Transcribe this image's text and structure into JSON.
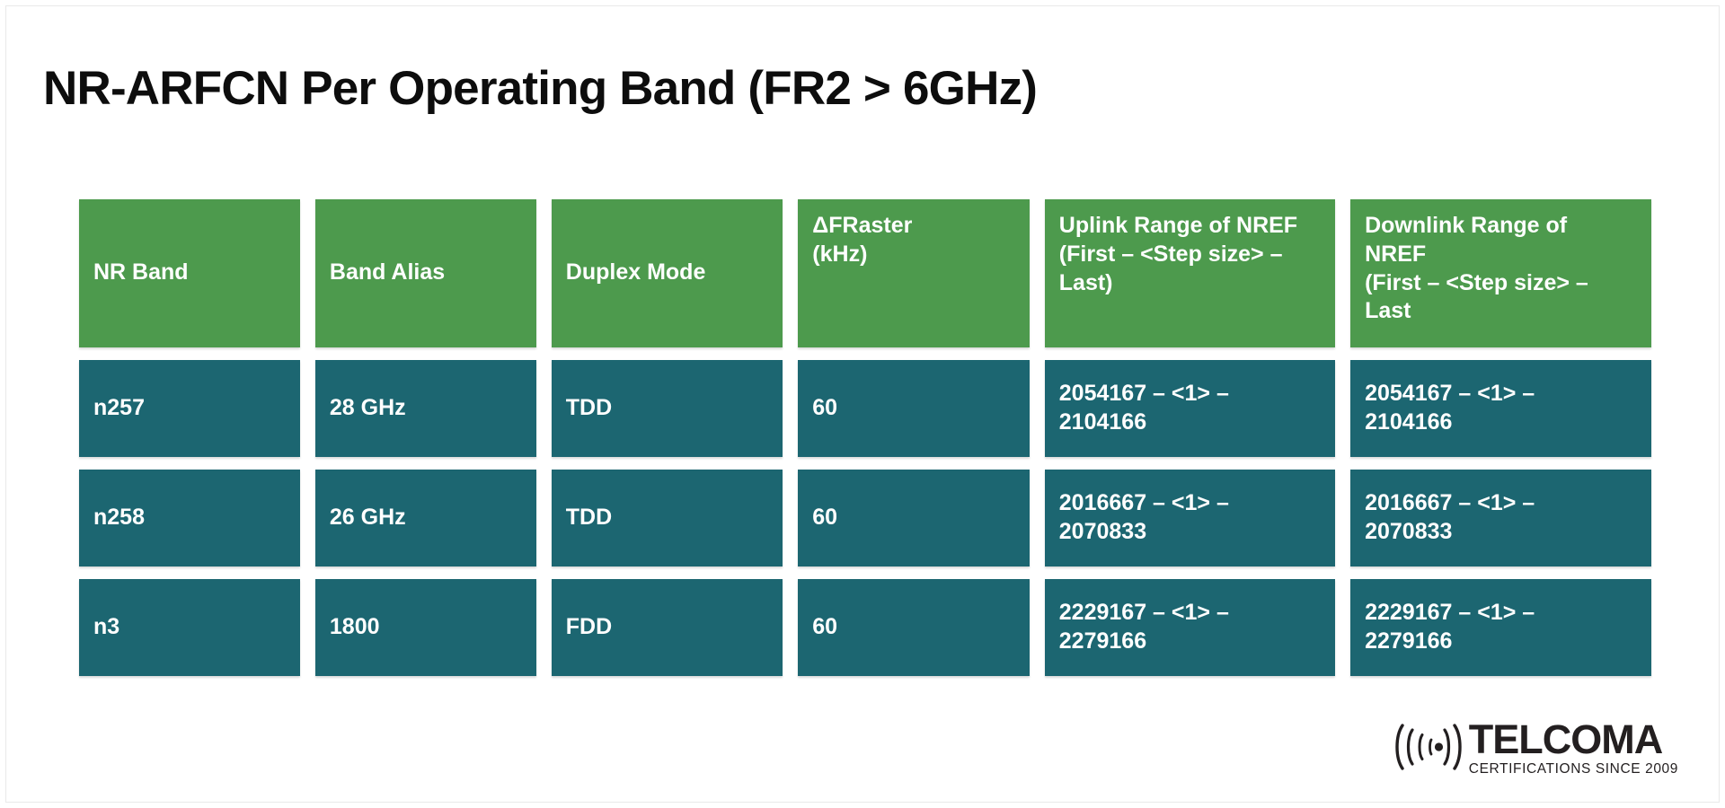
{
  "slide": {
    "title": "NR-ARFCN Per Operating Band (FR2 > 6GHz)"
  },
  "table": {
    "headers": [
      {
        "line1": "NR  Band",
        "line2": "",
        "line3": "",
        "line4": ""
      },
      {
        "line1": "Band Alias",
        "line2": "",
        "line3": "",
        "line4": ""
      },
      {
        "line1": "Duplex Mode",
        "line2": "",
        "line3": "",
        "line4": ""
      },
      {
        "line1": "ΔFRaster",
        "line2": "(kHz)",
        "line3": "",
        "line4": ""
      },
      {
        "line1": "Uplink Range of NREF",
        "line2": "(First – <Step size> –",
        "line3": "Last)",
        "line4": ""
      },
      {
        "line1": "Downlink Range of",
        "line2": "NREF",
        "line3": "(First – <Step size> –",
        "line4": "Last"
      }
    ],
    "rows": [
      {
        "nr_band": "n257",
        "band_alias": "28 GHz",
        "duplex_mode": "TDD",
        "f_raster_khz": "60",
        "uplink_line1": "2054167 – <1> –",
        "uplink_line2": "2104166",
        "downlink_line1": "2054167 – <1> –",
        "downlink_line2": "2104166"
      },
      {
        "nr_band": "n258",
        "band_alias": "26 GHz",
        "duplex_mode": "TDD",
        "f_raster_khz": "60",
        "uplink_line1": "2016667 – <1> –",
        "uplink_line2": "2070833",
        "downlink_line1": "2016667 – <1> –",
        "downlink_line2": "2070833"
      },
      {
        "nr_band": "n3",
        "band_alias": "1800",
        "duplex_mode": "FDD",
        "f_raster_khz": "60",
        "uplink_line1": "2229167 – <1> –",
        "uplink_line2": "2279166",
        "downlink_line1": "2229167 – <1> –",
        "downlink_line2": "2279166"
      }
    ]
  },
  "logo": {
    "name": "TELCOMA",
    "tagline": "CERTIFICATIONS SINCE 2009",
    "icon": "signal-wave-icon"
  },
  "colors": {
    "header_green": "#4d9a4d",
    "cell_teal": "#1c6671",
    "background": "#ffffff",
    "title_text": "#0d0d0d",
    "logo_dark": "#231f20"
  }
}
